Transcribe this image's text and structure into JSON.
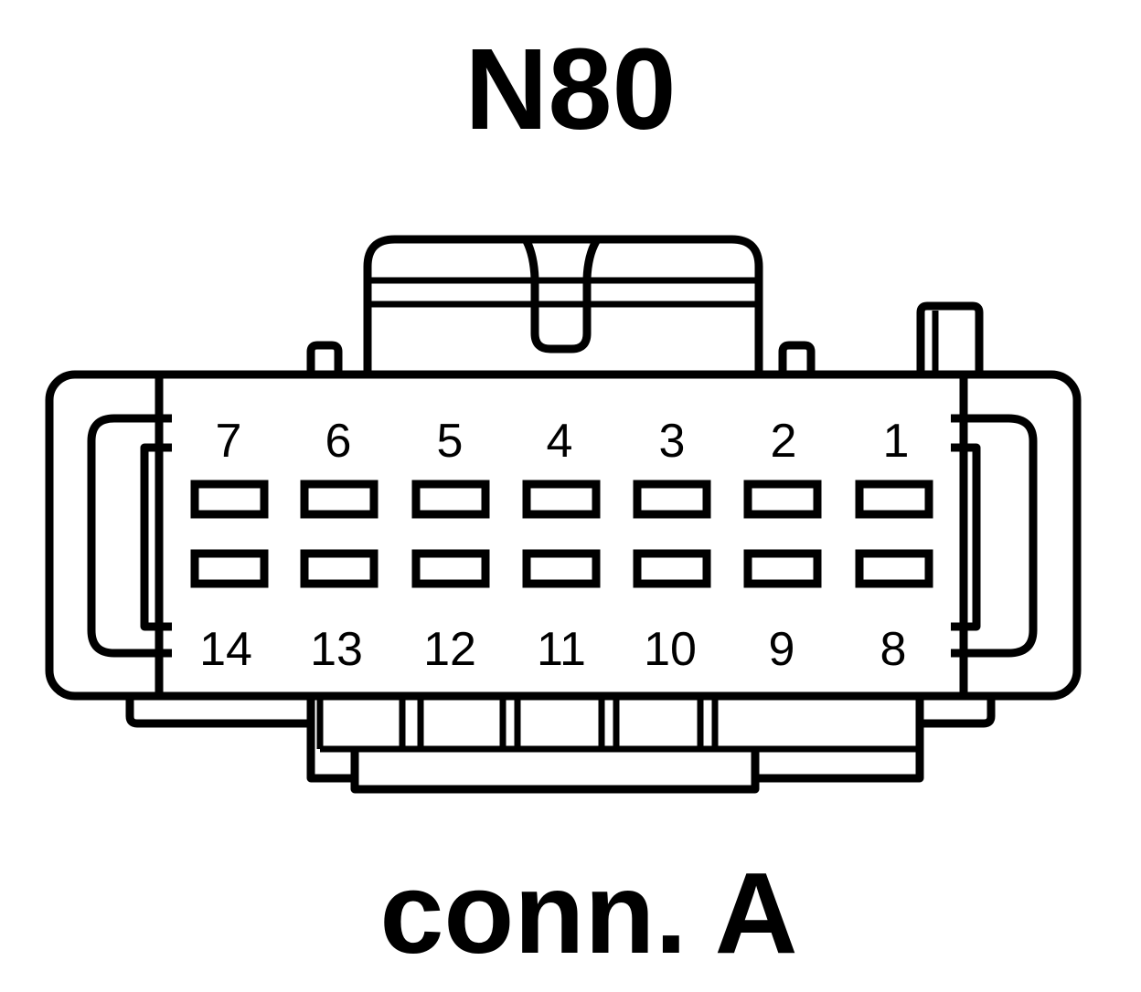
{
  "diagram": {
    "title": "N80",
    "subtitle": "conn. A",
    "top_row_pins": [
      "7",
      "6",
      "5",
      "4",
      "3",
      "2",
      "1"
    ],
    "bottom_row_pins": [
      "14",
      "13",
      "12",
      "11",
      "10",
      "9",
      "8"
    ]
  }
}
